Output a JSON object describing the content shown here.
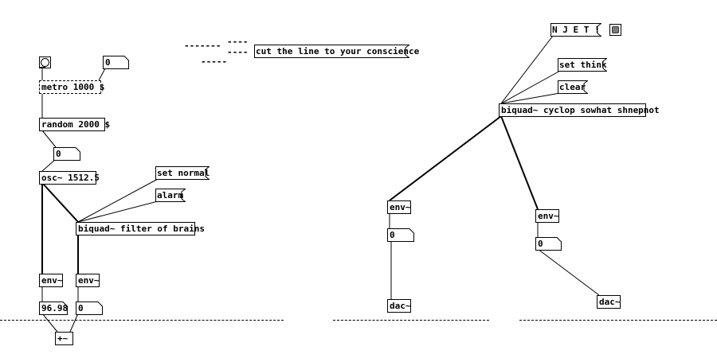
{
  "patch": {
    "objects": {
      "metro": "metro 1000 $",
      "random": "random 2000 $",
      "osc": "osc~ 1512.5",
      "biquad_left": "biquad~ filter of brains",
      "env_1": "env~",
      "env_2": "env~",
      "plus": "+~",
      "biquad_right": "biquad~ cyclop sowhat shnepnot",
      "env_3": "env~",
      "env_4": "env~",
      "dac_1": "dac~",
      "dac_2": "dac~"
    },
    "messages": {
      "cut": "cut the line to your conscience",
      "set_normal": "set normal",
      "alarm": "alarm",
      "njet": "N J E T !",
      "set_think": "set think",
      "clear": "clear"
    },
    "numbers": {
      "metro_rate": "0",
      "random_out": "0",
      "env_1_out": "96.98",
      "env_2_out": "0",
      "env_3_out": "0",
      "env_4_out": "0"
    },
    "dashes": {
      "a": "-------",
      "b": "----",
      "c": "----",
      "d": "-----"
    },
    "toggle_state": "on"
  }
}
